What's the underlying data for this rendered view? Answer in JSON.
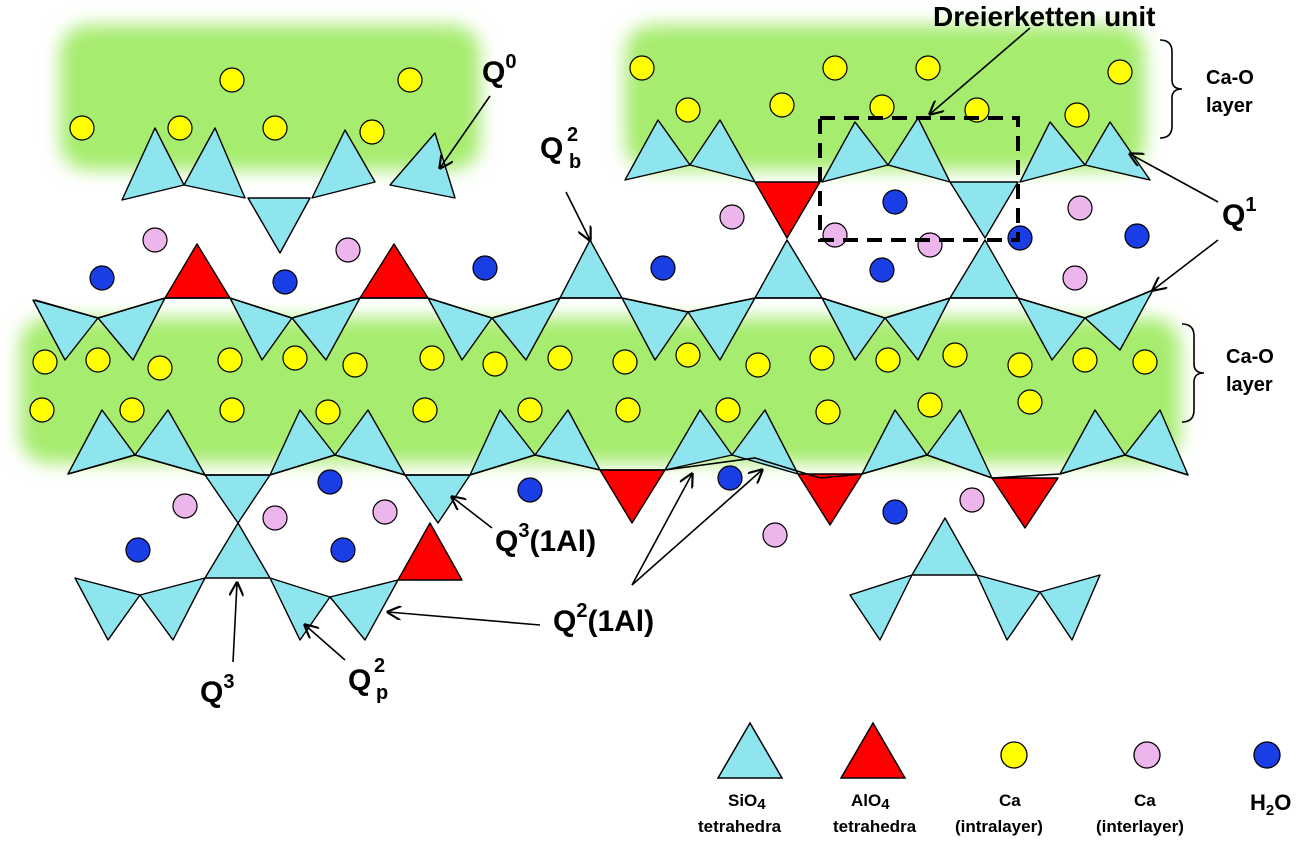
{
  "labels": {
    "dreierketten": "Dreierketten unit",
    "q0_main": "Q",
    "q0_sup": "0",
    "q1_main": "Q",
    "q1_sup": "1",
    "q2b_main": "Q",
    "q2b_sup": "2",
    "q2b_sub": "b",
    "q3al_main": "Q",
    "q3al_sup": "3",
    "q3al_tail": "(1Al)",
    "q2al_main": "Q",
    "q2al_sup": "2",
    "q2al_tail": "(1Al)",
    "q3_main": "Q",
    "q3_sup": "3",
    "q2p_main": "Q",
    "q2p_sup": "2",
    "q2p_sub": "p",
    "cao_top_line1": "Ca-O",
    "cao_top_line2": "layer",
    "cao_mid_line1": "Ca-O",
    "cao_mid_line2": "layer"
  },
  "legend": {
    "sio4_line1": "SiO",
    "sio4_sub": "4",
    "sio4_line2": "tetrahedra",
    "alo4_line1": "AlO",
    "alo4_sub": "4",
    "alo4_line2": "tetrahedra",
    "ca_intra_line1": "Ca",
    "ca_intra_line2": "(intralayer)",
    "ca_inter_line1": "Ca",
    "ca_inter_line2": "(interlayer)",
    "h2o_main": "H",
    "h2o_sub": "2",
    "h2o_tail": "O"
  },
  "colors": {
    "sio4": "#8ee5ee",
    "alo4": "#ff0000",
    "ca_intralayer": "#ffff00",
    "ca_interlayer": "#ecb5ec",
    "h2o": "#1a3ee6",
    "cao_layer": "#a6ec6e"
  }
}
